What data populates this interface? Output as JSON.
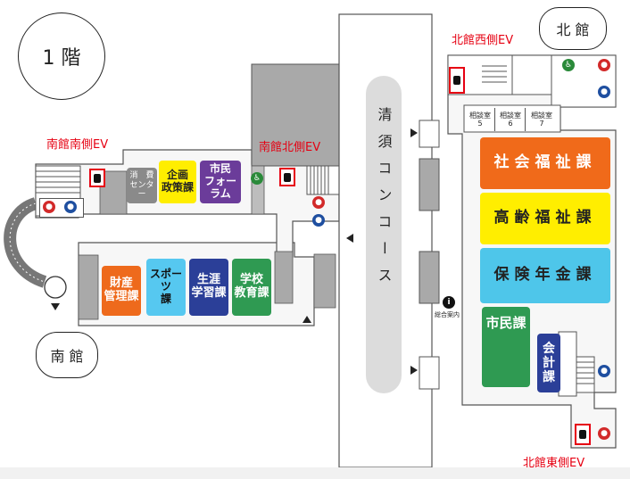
{
  "floor_label": "1 階",
  "buildings": {
    "south": "南 館",
    "north": "北 館"
  },
  "concourse": "清須コンコース",
  "elevators": {
    "south_south": "南館南側EV",
    "south_north": "南館北側EV",
    "north_west": "北館西側EV",
    "north_east": "北館東側EV"
  },
  "south_rooms": {
    "consumer_center": "消　費\nセンター",
    "policy": "企画\n政策課",
    "forum": "市民\nフォーラム",
    "property": "財産\n管理課",
    "sports": "スポーツ\n課",
    "lifelong": "生涯\n学習課",
    "education": "学校\n教育課"
  },
  "north_rooms": {
    "consult": [
      "相談室\n5",
      "相談室\n6",
      "相談室\n7"
    ],
    "social_welfare": "社会福祉課",
    "elderly_welfare": "高齢福祉課",
    "insurance_pension": "保険年金課",
    "citizen": "市民課",
    "accounting": "会\n計\n課"
  },
  "info_desk": "総合案内",
  "colors": {
    "ev_red": "#e60012",
    "social_welfare": "#f06a1a",
    "elderly_welfare": "#ffee00",
    "insurance_pension": "#4ec6ea",
    "citizen": "#2f9a52",
    "accounting": "#2b3f98",
    "property": "#ee6a1c",
    "sports": "#56c8f0",
    "lifelong": "#2b3f98",
    "education": "#2f9a52",
    "policy": "#ffee00",
    "forum": "#6b3c9a",
    "consumer_center": "#8a8a8a",
    "stairs_gray": "#a9a9a9"
  },
  "icons": [
    "elevator-icon",
    "male-toilet-icon",
    "female-toilet-icon",
    "accessible-toilet-icon",
    "information-icon",
    "entrance-arrow-icon"
  ]
}
